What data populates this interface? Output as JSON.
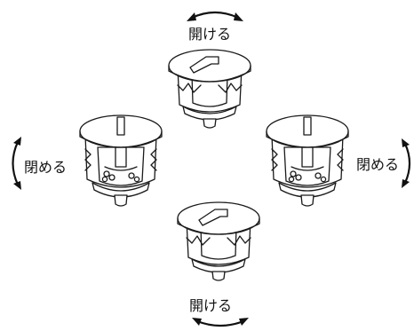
{
  "labels": {
    "top": "開ける",
    "bottom": "開ける",
    "left": "閉める",
    "right": "閉める"
  },
  "icons": {
    "top_arrow": "curved-double-arrow-icon",
    "bottom_arrow": "curved-double-arrow-icon",
    "left_arrow": "curved-double-arrow-icon",
    "right_arrow": "curved-double-arrow-icon"
  },
  "colors": {
    "line": "#1a1a1a",
    "background": "#ffffff"
  }
}
